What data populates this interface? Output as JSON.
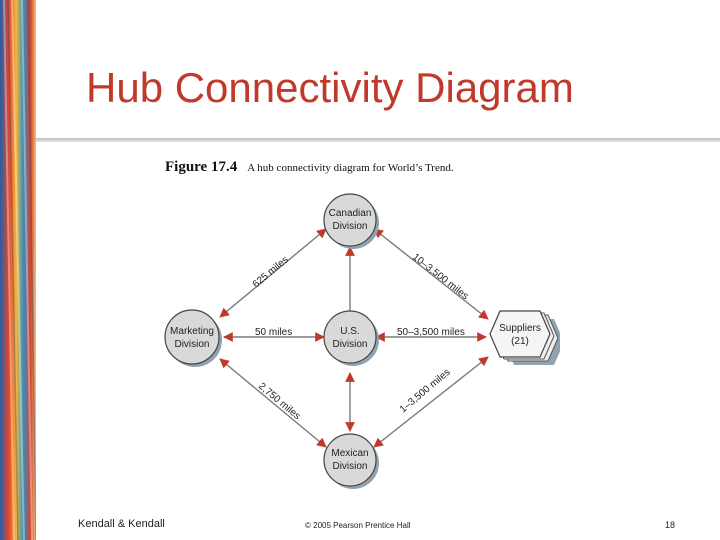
{
  "slide": {
    "title": "Hub Connectivity Diagram",
    "caption_figure": "Figure 17.4",
    "caption_text": "A hub connectivity diagram for World’s Trend.",
    "footer_left": "Kendall & Kendall",
    "footer_center": "© 2005 Pearson Prentice Hall",
    "page_number": "18"
  },
  "diagram": {
    "nodes": {
      "canadian": [
        "Canadian",
        "Division"
      ],
      "us": [
        "U.S.",
        "Division"
      ],
      "marketing": [
        "Marketing",
        "Division"
      ],
      "mexican": [
        "Mexican",
        "Division"
      ],
      "suppliers": [
        "Suppliers",
        "(21)"
      ]
    },
    "edges": {
      "us_canadian": "",
      "us_marketing": "50 miles",
      "us_suppliers": "50–3,500 miles",
      "us_mexican": "",
      "canadian_marketing": "625 miles",
      "canadian_suppliers": "10–3,500 miles",
      "mexican_marketing": "2,750 miles",
      "mexican_suppliers": "1–3,500 miles"
    }
  },
  "colors": {
    "title": "#c0392b",
    "node_fill": "#d9d9d9",
    "shadow": "#8fa3b0",
    "arrow_line": "#7a7a7a",
    "arrow_head": "#c0392b"
  }
}
